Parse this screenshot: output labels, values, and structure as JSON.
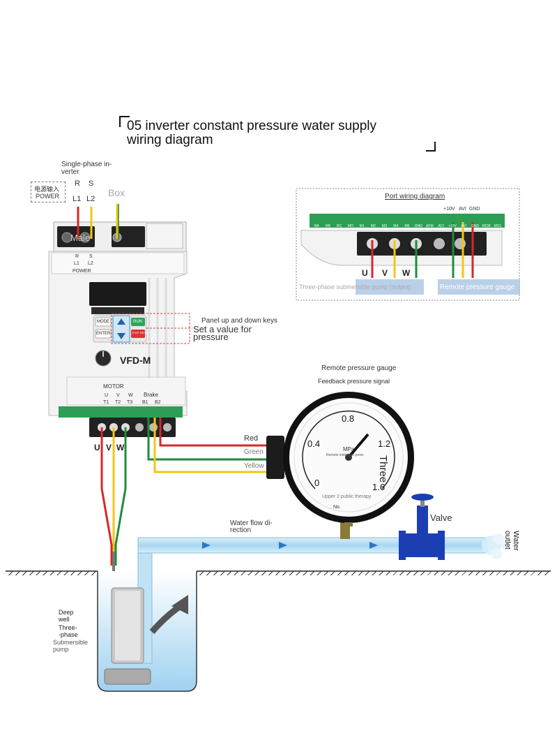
{
  "title": {
    "line1": "05 inverter constant pressure water supply",
    "line2": "wiring diagram"
  },
  "inverter": {
    "single_phase_label_1": "Single-phase in-",
    "single_phase_label_2": "verter",
    "power_cn": "电源输入",
    "power_en": "POWER",
    "term_r": "R",
    "term_s": "S",
    "term_l1": "L1",
    "term_l2": "L2",
    "box_label": "Box",
    "male_label": "Male",
    "power_label": "POWER",
    "model": "VFD-M",
    "key_mode": "MODE",
    "key_enter": "ENTER",
    "key_run": "RUN",
    "key_stop": "STOP RESET",
    "motor_label": "MOTOR",
    "brake_label": "Brake",
    "terms_bottom": [
      "U",
      "V",
      "W",
      "B1",
      "B2"
    ],
    "term_t": [
      "T1",
      "T2",
      "T3"
    ],
    "uvw": [
      "U",
      "V",
      "W"
    ],
    "panel_keys_label": "Panel up and down keys",
    "set_value_1": "Set a value for",
    "set_value_2": "pressure"
  },
  "port_diagram": {
    "title": "Port wiring diagram",
    "top_labels": [
      "+10V",
      "AVI",
      "GND"
    ],
    "strip_labels": [
      "RA",
      "RB",
      "RC",
      "MO",
      "M1",
      "M2",
      "M3",
      "M4",
      "M5",
      "GND",
      "AFM",
      "ACI",
      "+10V",
      "AVI",
      "GND",
      "MCM",
      "MO1"
    ],
    "uvw": [
      "U",
      "V",
      "W"
    ],
    "pump_output": "Three-phase submersible pump (output)",
    "remote_gauge": "Remote pressure gauge"
  },
  "gauge": {
    "title": "Remote pressure gauge",
    "subtitle": "Feedback pressure signal",
    "ticks": [
      "0",
      "0.4",
      "0.8",
      "1.2",
      "1.6"
    ],
    "unit": "MPa",
    "face_text": "Remote indication press",
    "maker": "Upper 2 public therapy",
    "serial": "No.",
    "three": "Three",
    "wire_red": "Red",
    "wire_green": "Green",
    "wire_yellow": "Yellow"
  },
  "piping": {
    "flow_1": "Water flow di-",
    "flow_2": "rection",
    "valve": "Valve",
    "outlet_1": "Water",
    "outlet_2": "outlet"
  },
  "pump": {
    "line1": "Deep",
    "line2": "well",
    "line3": "Three-",
    "line4": "-phase",
    "line5": "Submersible",
    "line6": "pump"
  },
  "colors": {
    "red": "#d8262b",
    "yellow": "#f2c614",
    "green": "#1e8c3a",
    "pipe": "#bfe2f5",
    "valve": "#1b3fb3",
    "terminal_green": "#2e9e55"
  }
}
